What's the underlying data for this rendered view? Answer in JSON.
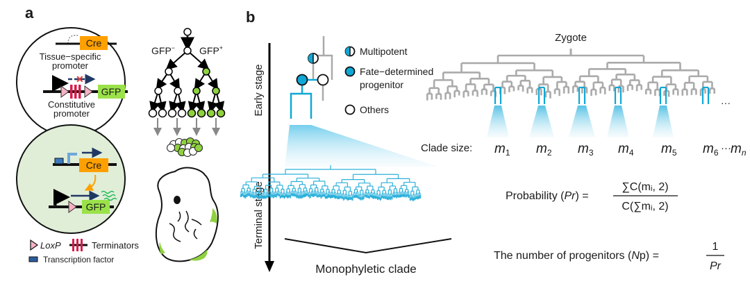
{
  "panel_a": {
    "label": "a",
    "top_circle": {
      "gene_cre": "Cre",
      "promoter_top": "Tissue−specific",
      "promoter_top2": "promoter",
      "gene_gfp": "GFP",
      "promoter_bottom": "Constitutive",
      "promoter_bottom2": "promoter"
    },
    "bottom_circle": {
      "gene_cre": "Cre",
      "gene_gfp": "GFP"
    },
    "legend": {
      "loxp": "LoxP",
      "terminators": "Terminators",
      "tf": "Transcription factor"
    },
    "tree": {
      "gfp_neg": "GFP",
      "gfp_neg_sup": "−",
      "gfp_pos": "GFP",
      "gfp_pos_sup": "+"
    }
  },
  "panel_b": {
    "label": "b",
    "axis": {
      "early": "Early stage",
      "terminal": "Terminal stage"
    },
    "legend": {
      "multipotent": "Multipotent",
      "fate1": "Fate−determined",
      "fate2": "progenitor",
      "others": "Others"
    },
    "monophyletic": "Monophyletic clade",
    "zygote": "Zygote",
    "ellipsis": "…",
    "clade_size_label": "Clade size:",
    "clade_sizes": [
      {
        "m": "m",
        "sub": "1"
      },
      {
        "m": "m",
        "sub": "2"
      },
      {
        "m": "m",
        "sub": "3"
      },
      {
        "m": "m",
        "sub": "4"
      },
      {
        "m": "m",
        "sub": "5"
      },
      {
        "m": "m",
        "sub": "6"
      }
    ],
    "clade_dots": "···",
    "clade_last": {
      "m": "m",
      "sub": "n"
    },
    "formula_pr": {
      "label": "Probability (",
      "var": "Pr",
      "close": ") =",
      "numerator": "∑C(mᵢ, 2)",
      "denominator": "C(∑mᵢ, 2)"
    },
    "formula_np": {
      "label": "The number of progenitors (",
      "var": "N",
      "var2": "p",
      "close": ") =",
      "numerator": "1",
      "denominator": "Pr"
    }
  },
  "colors": {
    "cyan": "#0fa8d6",
    "green": "#8fd13f",
    "orange": "#ffa000",
    "gfp_green": "#9be24a",
    "grey": "#a6a6a6",
    "circle_fill": "#e0eed8",
    "terminator": "#d81b4a",
    "navy": "#1f3864"
  }
}
